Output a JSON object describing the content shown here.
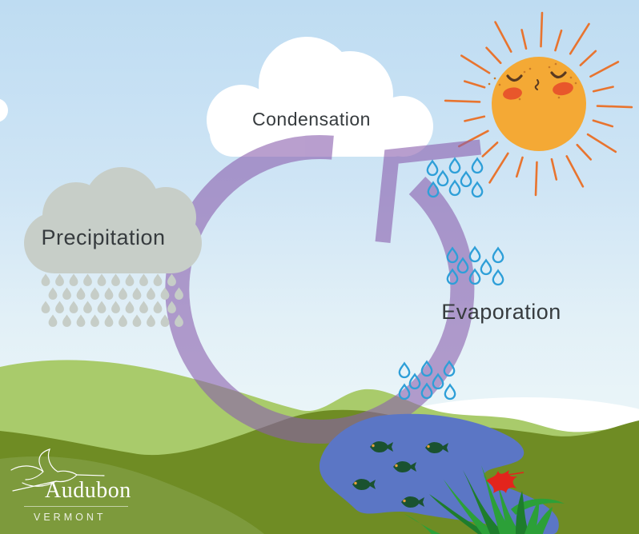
{
  "diagram": {
    "type": "water-cycle",
    "flow": "counterclockwise",
    "labels": {
      "condensation": "Condensation",
      "precipitation": "Precipitation",
      "evaporation": "Evaporation"
    },
    "cycle_steps": [
      "Evaporation",
      "Condensation",
      "Precipitation"
    ]
  },
  "logo": {
    "org": "Audubon",
    "region": "VERMONT"
  },
  "colors": {
    "sky_top": "#BEDCF2",
    "sky_horizon": "#EDF7F7",
    "sun_body": "#F4A935",
    "sun_rays": "#E8742F",
    "sun_cheeks": "#E8572B",
    "arrow_purple": "#8A5FAE",
    "rain_cloud_gray": "#C7CEC8",
    "cloud_white": "#FFFFFF",
    "vapor_blue": "#2E9FD8",
    "pond_blue": "#5B76C5",
    "hill_light_green": "#A9CB6B",
    "hill_dark_olive": "#6F8C24",
    "hill_foreground": "#7D9A3C",
    "plant_bright": "#2CA038",
    "plant_dark": "#1E7D2C",
    "flower_red": "#E3241C",
    "label_text": "#363B3E",
    "logo_text": "#FFFFFF"
  }
}
